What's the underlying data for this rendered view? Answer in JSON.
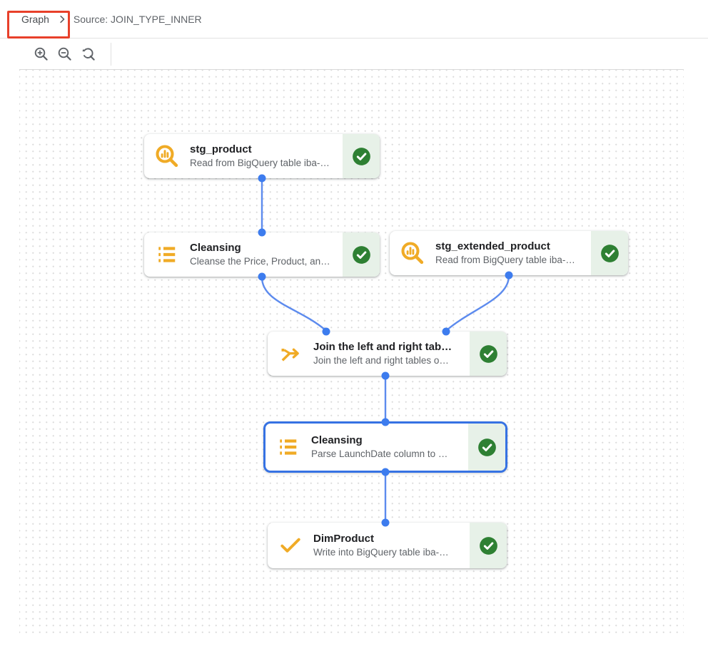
{
  "header": {
    "breadcrumb": {
      "graph": "Graph",
      "source": "Source: JOIN_TYPE_INNER"
    }
  },
  "toolbar": {
    "buttons": [
      "zoom-in-icon",
      "zoom-out-icon",
      "zoom-reset-icon"
    ]
  },
  "canvas": {
    "nodes": [
      {
        "title": "stg_product",
        "subtitle": "Read from BigQuery table iba-…",
        "icon": "preview-data-icon",
        "status": "succeeded",
        "selected": false
      },
      {
        "title": "Cleansing",
        "subtitle": "Cleanse the Price, Product, an…",
        "icon": "recipe-icon",
        "status": "succeeded",
        "selected": false
      },
      {
        "title": "stg_extended_product",
        "subtitle": "Read from BigQuery table iba-…",
        "icon": "preview-data-icon",
        "status": "succeeded",
        "selected": false
      },
      {
        "title": "Join the left and right tab…",
        "subtitle": "Join the left and right tables o…",
        "icon": "join-icon",
        "status": "succeeded",
        "selected": false
      },
      {
        "title": "Cleansing",
        "subtitle": "Parse LaunchDate column to …",
        "icon": "recipe-icon",
        "status": "succeeded",
        "selected": true
      },
      {
        "title": "DimProduct",
        "subtitle": "Write into BigQuery table iba-…",
        "icon": "write-output-icon",
        "status": "succeeded",
        "selected": false
      }
    ],
    "edges": [
      {
        "from": "stg_product",
        "to": "Cleansing (1)"
      },
      {
        "from": "Cleansing (1)",
        "to": "Join the left and right tab…"
      },
      {
        "from": "stg_extended_product",
        "to": "Join the left and right tab…"
      },
      {
        "from": "Join the left and right tab…",
        "to": "Cleansing (2)"
      },
      {
        "from": "Cleansing (2)",
        "to": "DimProduct"
      }
    ]
  },
  "colors": {
    "node_icon_yellow": "#f0ab26",
    "success_green": "#2e8033",
    "success_badge_bg": "#e7f1e8",
    "edge_blue": "#5d8bee",
    "port_blue": "#3d7cee",
    "selected_border_blue": "#3672e3",
    "annotation_red": "#e8402a",
    "text_primary": "#202124",
    "text_secondary": "#5f6368"
  }
}
